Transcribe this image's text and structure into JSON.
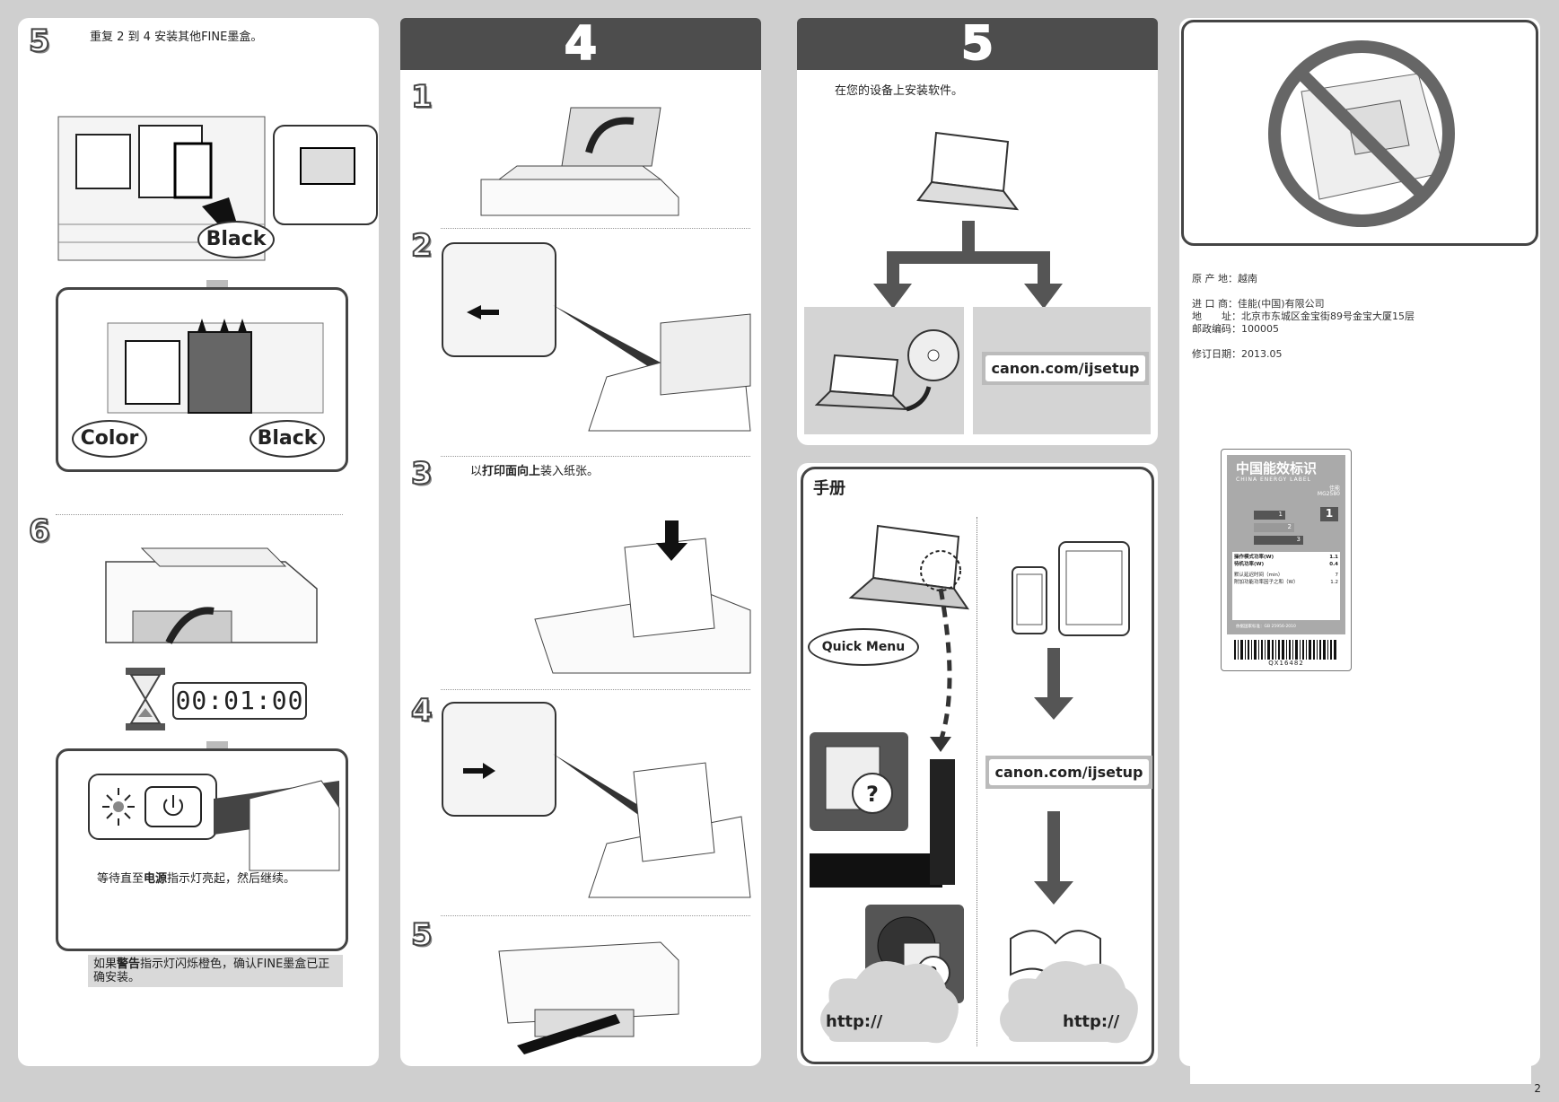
{
  "left_column": {
    "step5_num": "5",
    "step5_text": "重复 2 到 4 安装其他FINE墨盒。",
    "black_label_1": "Black",
    "color_label": "Color",
    "black_label_2": "Black",
    "step6_num": "6",
    "timer": "00:01:00",
    "wait_text_pre": "等待直至",
    "wait_text_bold": "电源",
    "wait_text_post": "指示灯亮起，然后继续。",
    "warning_pre": "如果",
    "warning_bold": "警告",
    "warning_post": "指示灯闪烁橙色，确认FINE墨盒已正确安装。"
  },
  "section4": {
    "header": "4",
    "steps": [
      "1",
      "2",
      "3",
      "4",
      "5"
    ],
    "step3_text_pre": "以",
    "step3_text_bold": "打印面向上",
    "step3_text_post": "装入纸张。"
  },
  "section5": {
    "header": "5",
    "install_text": "在您的设备上安装软件。",
    "url": "canon.com/ijsetup"
  },
  "manual": {
    "title": "手册",
    "quick_menu": "Quick Menu",
    "url": "canon.com/ijsetup",
    "http_left": "http://",
    "http_right": "http://"
  },
  "info": {
    "origin_label": "原 产 地：",
    "origin_value": "越南",
    "importer_label": "进 口 商：",
    "importer_value": "佳能(中国)有限公司",
    "address_label": "地　　址：",
    "address_value": "北京市东城区金宝街89号金宝大厦15层",
    "postcode_label": "邮政编码：",
    "postcode_value": "100005",
    "revision_label": "修订日期：",
    "revision_value": "2013.05"
  },
  "energy_label": {
    "title": "中国能效标识",
    "subtitle": "CHINA ENERGY LABEL",
    "brand": "佳能",
    "model": "MG2580",
    "grade": "1",
    "levels": [
      "1",
      "2",
      "3"
    ],
    "row1_label": "操作模式功率(W)",
    "row1_value": "1.1",
    "row2_label": "待机功率(W)",
    "row2_value": "0.4",
    "row3_label": "默认延迟时间（min）",
    "row3_value": "7",
    "row4_label": "附加功能功率因子之和（W）",
    "row4_value": "1.2",
    "standard": "依据国家标准：GB 25956-2010",
    "barcode_text": "QX16482"
  },
  "page_number": "2"
}
